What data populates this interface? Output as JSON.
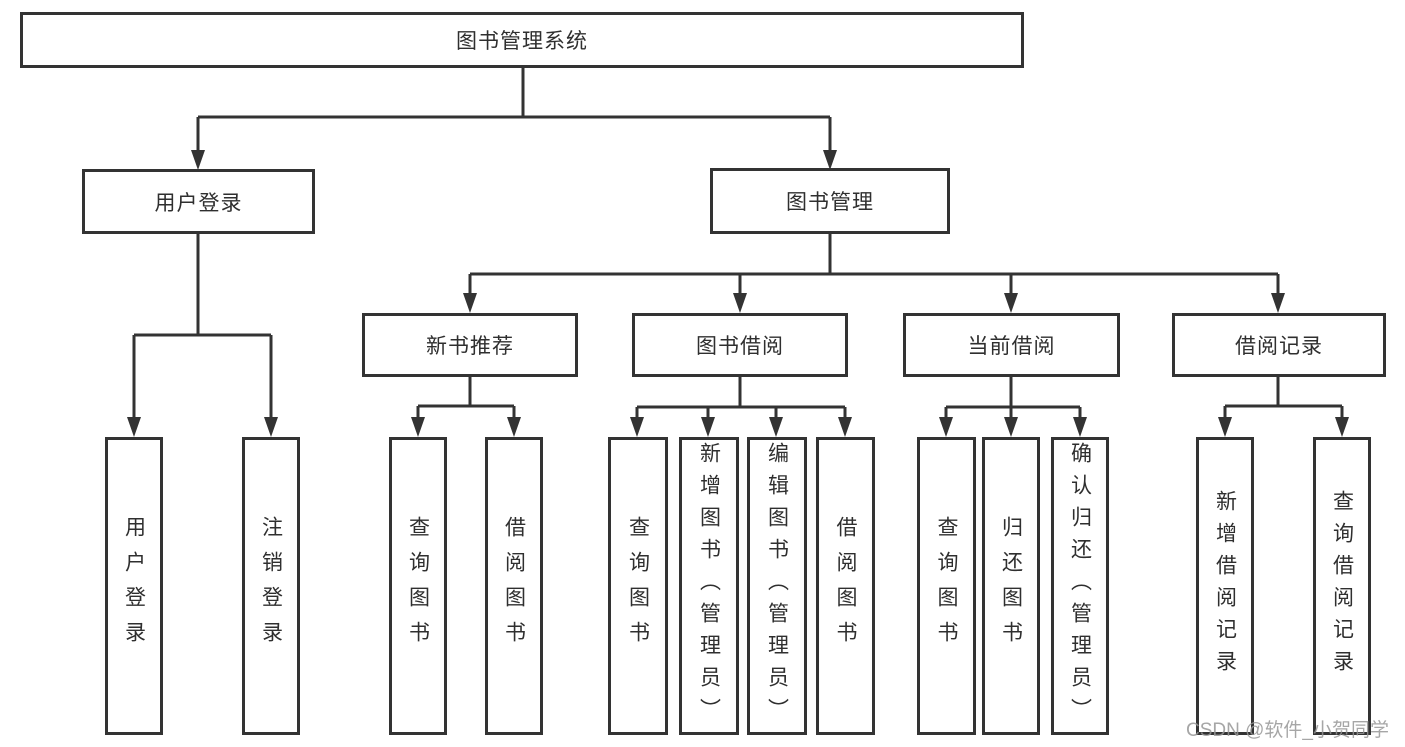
{
  "system": {
    "label": "图书管理系统",
    "children": [
      {
        "label": "用户登录",
        "children": [
          {
            "label": "用户登录"
          },
          {
            "label": "注销登录"
          }
        ]
      },
      {
        "label": "图书管理",
        "children": [
          {
            "label": "新书推荐",
            "children": [
              {
                "label": "查询图书"
              },
              {
                "label": "借阅图书"
              }
            ]
          },
          {
            "label": "图书借阅",
            "children": [
              {
                "label": "查询图书"
              },
              {
                "label": "新增图书（管理员）"
              },
              {
                "label": "编辑图书（管理员）"
              },
              {
                "label": "借阅图书"
              }
            ]
          },
          {
            "label": "当前借阅",
            "children": [
              {
                "label": "查询图书"
              },
              {
                "label": "归还图书"
              },
              {
                "label": "确认归还（管理员）"
              }
            ]
          },
          {
            "label": "借阅记录",
            "children": [
              {
                "label": "新增借阅记录"
              },
              {
                "label": "查询借阅记录"
              }
            ]
          }
        ]
      }
    ]
  },
  "watermark": {
    "text": "CSDN @软件_小贺同学"
  },
  "colors": {
    "line": "#333333",
    "box_border": "#333333",
    "text": "#2f2f2f",
    "background": "#ffffff",
    "watermark": "#969696"
  }
}
